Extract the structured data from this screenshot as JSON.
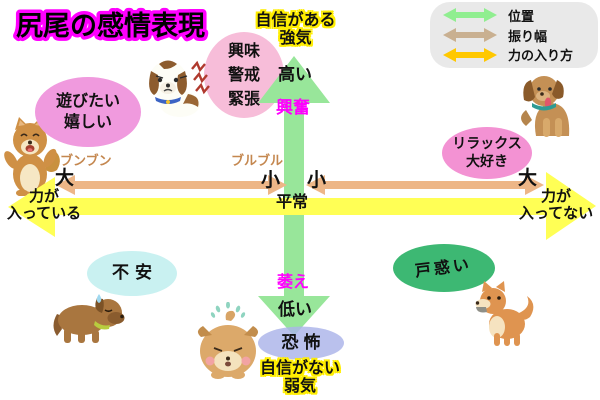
{
  "title": {
    "text": "尻尾の感情表現",
    "color": "#ff00ff"
  },
  "legend": {
    "items": [
      {
        "label": "位置",
        "color": "#90ee90"
      },
      {
        "label": "振り幅",
        "color": "#c9b091"
      },
      {
        "label": "力の入り方",
        "color": "#ffc800"
      }
    ]
  },
  "position_axis": {
    "color": "#98e69a",
    "high": "高い",
    "excited": "興奮",
    "normal": "平常",
    "droop": "萎え",
    "low": "低い"
  },
  "swing_axis": {
    "color": "#edb687",
    "left_sound": "ブンブン",
    "center_sound": "ブルブル",
    "left_outer": "大",
    "left_inner": "小",
    "right_inner": "小",
    "right_outer": "大"
  },
  "force_axis": {
    "color": "#ffff55",
    "left_line1": "力が",
    "left_line2": "入っている",
    "right_line1": "力が",
    "right_line2": "入ってない"
  },
  "captions": {
    "top_line1": "自信がある",
    "top_line2": "強気",
    "bottom_line1": "自信がない",
    "bottom_line2": "弱気"
  },
  "bubbles": {
    "play": {
      "line1": "遊びたい",
      "line2": "嬉しい",
      "color": "#f09ade"
    },
    "alert": {
      "line1": "興味",
      "line2": "警戒",
      "line3": "緊張",
      "color": "#f7bdd9"
    },
    "relax": {
      "line1": "リラックス",
      "line2": "大好き",
      "color": "#f392d3"
    },
    "anxiety": {
      "text": "不安",
      "color": "#c9f1f1"
    },
    "confusion": {
      "text": "戸惑い",
      "color": "#3db873"
    },
    "fear": {
      "text": "恐怖",
      "color": "#abb3e9"
    }
  },
  "dogs": {
    "top_left": "happy-playful-dog",
    "top_center": "alert-tense-dog",
    "top_right": "relaxed-sitting-dog",
    "bottom_left": "anxious-dog",
    "bottom_center": "scared-cowering-puppy",
    "bottom_right": "confused-dog"
  }
}
